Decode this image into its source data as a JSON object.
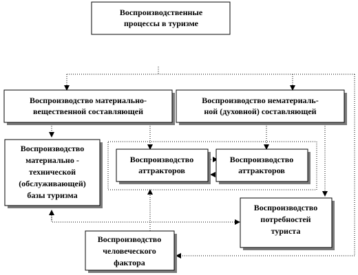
{
  "boxes": {
    "root": [
      "Воспроизводственные",
      "процессы в туризме"
    ],
    "material": [
      "Воспроизводство материально-",
      "вещественной составляющей"
    ],
    "spiritual": [
      "Воспроизводство  нематериаль-",
      "ной  (духовной)  составляющей"
    ],
    "technical_base": [
      "Воспроизводство",
      "материально -",
      "технической",
      "(обслуживающей)",
      "базы туризма"
    ],
    "attractors_left": [
      "Воспроизводство",
      "аттракторов"
    ],
    "attractors_right": [
      "Воспроизводство",
      "аттракторов"
    ],
    "needs": [
      "Воспроизводство",
      "потребностей",
      "туриста"
    ],
    "human_factor": [
      "Воспроизводство",
      "человеческого",
      "фактора"
    ]
  }
}
